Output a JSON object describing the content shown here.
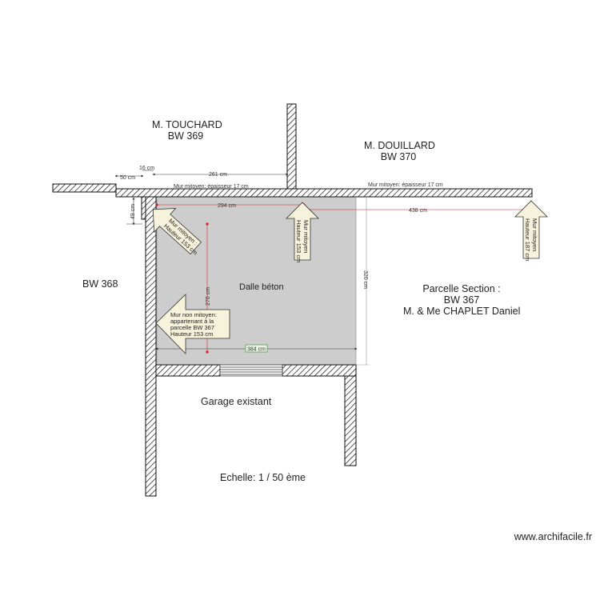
{
  "labels": {
    "neighbor_touchard": "M. TOUCHARD",
    "parcel_369": "BW 369",
    "neighbor_douillard": "M. DOUILLARD",
    "parcel_370": "BW 370",
    "parcel_368": "BW 368",
    "parcel_section": "Parcelle Section :",
    "parcel_367": "BW 367",
    "owner": "M. & Me CHAPLET Daniel",
    "slab": "Dalle béton",
    "garage": "Garage existant",
    "scale": "Echelle: 1 / 50 ème",
    "watermark": "www.archifacile.fr"
  },
  "dimensions": {
    "d50": "50 cm",
    "d16": "16 cm",
    "d261": "261 cm",
    "d49": "49 cm",
    "d294": "294 cm",
    "d438": "438 cm",
    "d270": "270 cm",
    "d320": "320 cm",
    "d384": "384 cm"
  },
  "wall_notes": {
    "mitoyen_17_left": "Mur mitoyen: épaisseur 17 cm",
    "mitoyen_17_right": "Mur mitoyen: épaisseur 17 cm",
    "diag_line1": "Mur mitoyen :",
    "diag_line2": "Hauteur 153 cm",
    "center_line1": "Mur mitoyen",
    "center_line2": "Hauteur 153 cm",
    "right_line1": "Mur mitoyen",
    "right_line2": "Hauteur 187 cm",
    "non_line1": "Mur non mitoyen:",
    "non_line2": "appartenant à la",
    "non_line3": "parcelle BW 367",
    "non_line4": "Hauteur 153 cm"
  },
  "colors": {
    "slab_fill": "#cdcdcd",
    "arrow_fill": "#f6f2dc",
    "dimension_red": "#d62020",
    "dimension_green": "#2a8a2a",
    "wall_stroke": "#1a1a1a"
  }
}
